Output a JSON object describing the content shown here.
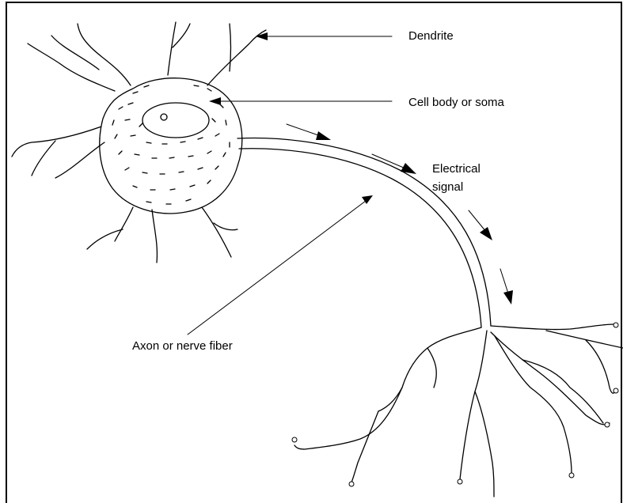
{
  "labels": {
    "dendrite": "Dendrite",
    "soma": "Cell body or soma",
    "signal_line1": "Electrical",
    "signal_line2": "signal",
    "axon": "Axon or nerve fiber"
  },
  "colors": {
    "background": "#ffffff",
    "ink": "#000000"
  }
}
